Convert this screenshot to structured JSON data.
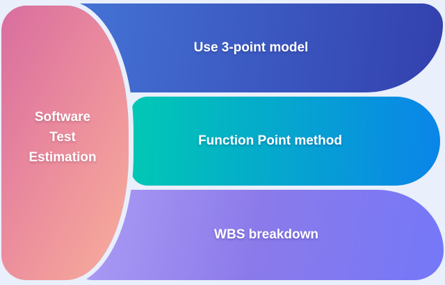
{
  "diagram": {
    "background": "#e9effb",
    "gap_color": "#e9effb",
    "text_color": "#ffffff",
    "center": {
      "label_lines": [
        "Software",
        "Test",
        "Estimation"
      ],
      "gradient": {
        "angle": "118deg",
        "stops": [
          "#d96d9f",
          "#eb8c9d 48%",
          "#f8ae9a"
        ]
      }
    },
    "branches": [
      {
        "label": "Use 3-point model",
        "gradient": {
          "angle": "97deg",
          "stops": [
            "#4575d7",
            "#3340ad"
          ]
        }
      },
      {
        "label": "Function Point method",
        "gradient": {
          "angle": "93deg",
          "stops": [
            "#01c8b4",
            "#0a84e9"
          ]
        }
      },
      {
        "label": "WBS breakdown",
        "gradient": {
          "angle": "100deg",
          "stops": [
            "#ae9ff5",
            "#8b7aea 50%",
            "#7478f8"
          ]
        }
      }
    ]
  }
}
